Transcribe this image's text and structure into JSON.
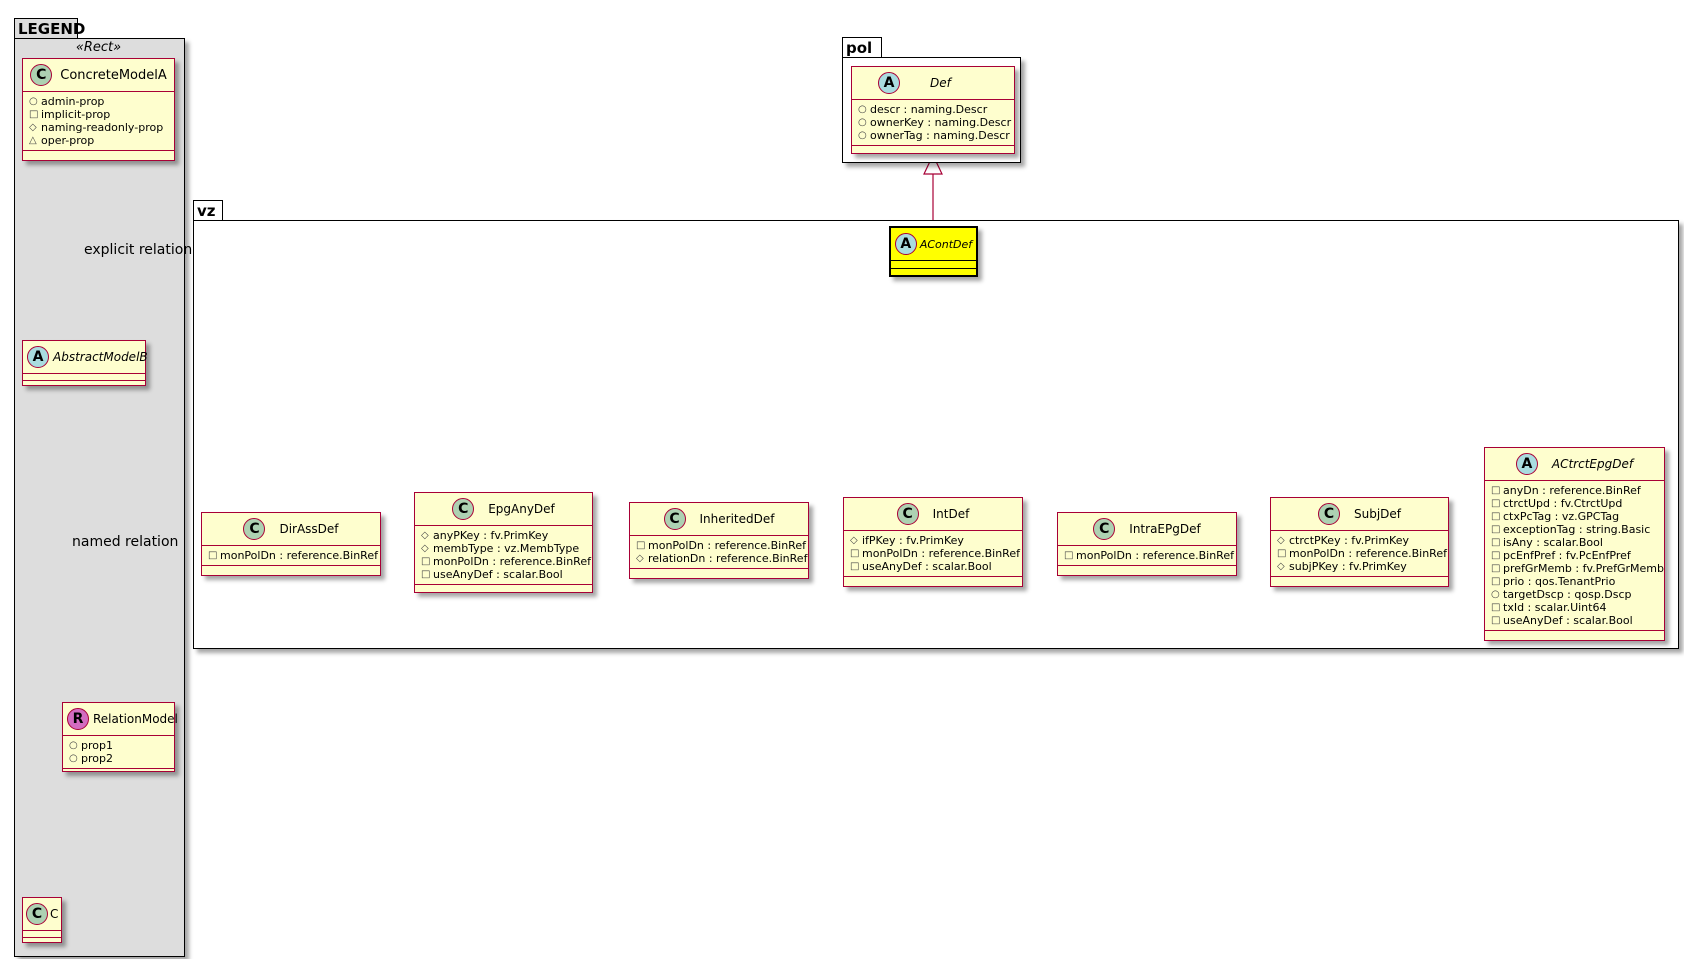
{
  "legend": {
    "title": "LEGEND",
    "stereotype": "«Rect»",
    "concrete_model": {
      "badge": "C",
      "name": "ConcreteModelA",
      "attrs": [
        {
          "vis": "○",
          "text": "admin-prop"
        },
        {
          "vis": "□",
          "text": "implicit-prop"
        },
        {
          "vis": "◇",
          "text": "naming-readonly-prop"
        },
        {
          "vis": "△",
          "text": "oper-prop"
        }
      ]
    },
    "abstract_model": {
      "badge": "A",
      "name": "AbstractModelB"
    },
    "relation_model": {
      "badge": "R",
      "name": "RelationModel",
      "attrs": [
        {
          "vis": "○",
          "text": "prop1"
        },
        {
          "vis": "○",
          "text": "prop2"
        }
      ]
    },
    "c_model": {
      "badge": "C",
      "name": "C"
    },
    "explicit_relation_label": "explicit relation",
    "named_relation_label": "named relation"
  },
  "pol": {
    "title": "pol",
    "def": {
      "badge": "A",
      "name": "Def",
      "attrs": [
        {
          "vis": "○",
          "text": "descr : naming.Descr"
        },
        {
          "vis": "○",
          "text": "ownerKey : naming.Descr"
        },
        {
          "vis": "○",
          "text": "ownerTag : naming.Descr"
        }
      ]
    }
  },
  "vz": {
    "title": "vz",
    "acontdef": {
      "badge": "A",
      "name": "AContDef"
    },
    "classes": [
      {
        "key": "dirassdef",
        "badge": "C",
        "name": "DirAssDef",
        "italic": false,
        "attrs": [
          {
            "vis": "□",
            "text": "monPolDn : reference.BinRef"
          }
        ]
      },
      {
        "key": "epganydef",
        "badge": "C",
        "name": "EpgAnyDef",
        "italic": false,
        "attrs": [
          {
            "vis": "◇",
            "text": "anyPKey : fv.PrimKey"
          },
          {
            "vis": "◇",
            "text": "membType : vz.MembType"
          },
          {
            "vis": "□",
            "text": "monPolDn : reference.BinRef"
          },
          {
            "vis": "□",
            "text": "useAnyDef : scalar.Bool"
          }
        ]
      },
      {
        "key": "inheriteddef",
        "badge": "C",
        "name": "InheritedDef",
        "italic": false,
        "attrs": [
          {
            "vis": "□",
            "text": "monPolDn : reference.BinRef"
          },
          {
            "vis": "◇",
            "text": "relationDn : reference.BinRef"
          }
        ]
      },
      {
        "key": "intdef",
        "badge": "C",
        "name": "IntDef",
        "italic": false,
        "attrs": [
          {
            "vis": "◇",
            "text": "ifPKey : fv.PrimKey"
          },
          {
            "vis": "□",
            "text": "monPolDn : reference.BinRef"
          },
          {
            "vis": "□",
            "text": "useAnyDef : scalar.Bool"
          }
        ]
      },
      {
        "key": "intraepgdef",
        "badge": "C",
        "name": "IntraEPgDef",
        "italic": false,
        "attrs": [
          {
            "vis": "□",
            "text": "monPolDn : reference.BinRef"
          }
        ]
      },
      {
        "key": "subjdef",
        "badge": "C",
        "name": "SubjDef",
        "italic": false,
        "attrs": [
          {
            "vis": "◇",
            "text": "ctrctPKey : fv.PrimKey"
          },
          {
            "vis": "□",
            "text": "monPolDn : reference.BinRef"
          },
          {
            "vis": "◇",
            "text": "subjPKey : fv.PrimKey"
          }
        ]
      },
      {
        "key": "actrctepgdef",
        "badge": "A",
        "name": "ACtrctEpgDef",
        "italic": true,
        "attrs": [
          {
            "vis": "□",
            "text": "anyDn : reference.BinRef"
          },
          {
            "vis": "□",
            "text": "ctrctUpd : fv.CtrctUpd"
          },
          {
            "vis": "□",
            "text": "ctxPcTag : vz.GPCTag"
          },
          {
            "vis": "□",
            "text": "exceptionTag : string.Basic"
          },
          {
            "vis": "□",
            "text": "isAny : scalar.Bool"
          },
          {
            "vis": "□",
            "text": "pcEnfPref : fv.PcEnfPref"
          },
          {
            "vis": "□",
            "text": "prefGrMemb : fv.PrefGrMemb"
          },
          {
            "vis": "□",
            "text": "prio : qos.TenantPrio"
          },
          {
            "vis": "○",
            "text": "targetDscp : qosp.Dscp"
          },
          {
            "vis": "□",
            "text": "txId : scalar.Uint64"
          },
          {
            "vis": "□",
            "text": "useAnyDef : scalar.Bool"
          }
        ]
      }
    ]
  },
  "colors": {
    "class_fill": "#fefece",
    "class_border": "#a80036",
    "highlight_fill": "#ffff00",
    "legend_fill": "#dddddd"
  }
}
